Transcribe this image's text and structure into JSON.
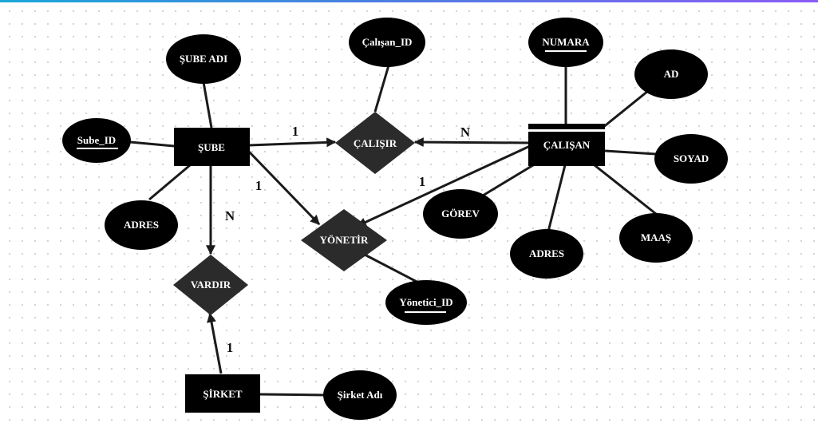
{
  "entities": {
    "sube": "ŞUBE",
    "calisan": "ÇALIŞAN",
    "sirket": "ŞİRKET"
  },
  "relationships": {
    "calisir": "ÇALIŞIR",
    "yonetir": "YÖNETİR",
    "vardir": "VARDIR"
  },
  "attributes": {
    "sube_adi": "ŞUBE ADI",
    "sube_id": "Sube_ID",
    "sube_adres": "ADRES",
    "calisan_id": "Çalışan_ID",
    "numara": "NUMARA",
    "ad": "AD",
    "soyad": "SOYAD",
    "maas": "MAAŞ",
    "calisan_adres": "ADRES",
    "gorev": "GÖREV",
    "yonetici_id": "Yönetici_ID",
    "sirket_adi": "Şirket Adı"
  },
  "cardinalities": {
    "sube_calisir": "1",
    "calisan_calisir": "N",
    "sube_yonetir": "1",
    "calisan_yonetir": "1",
    "sube_vardir": "N",
    "sirket_vardir": "1"
  },
  "colors": {
    "node_fill": "#000000",
    "relationship_fill": "#2b2b2b",
    "edge": "#1a1a1a",
    "label": "#ffffff"
  }
}
